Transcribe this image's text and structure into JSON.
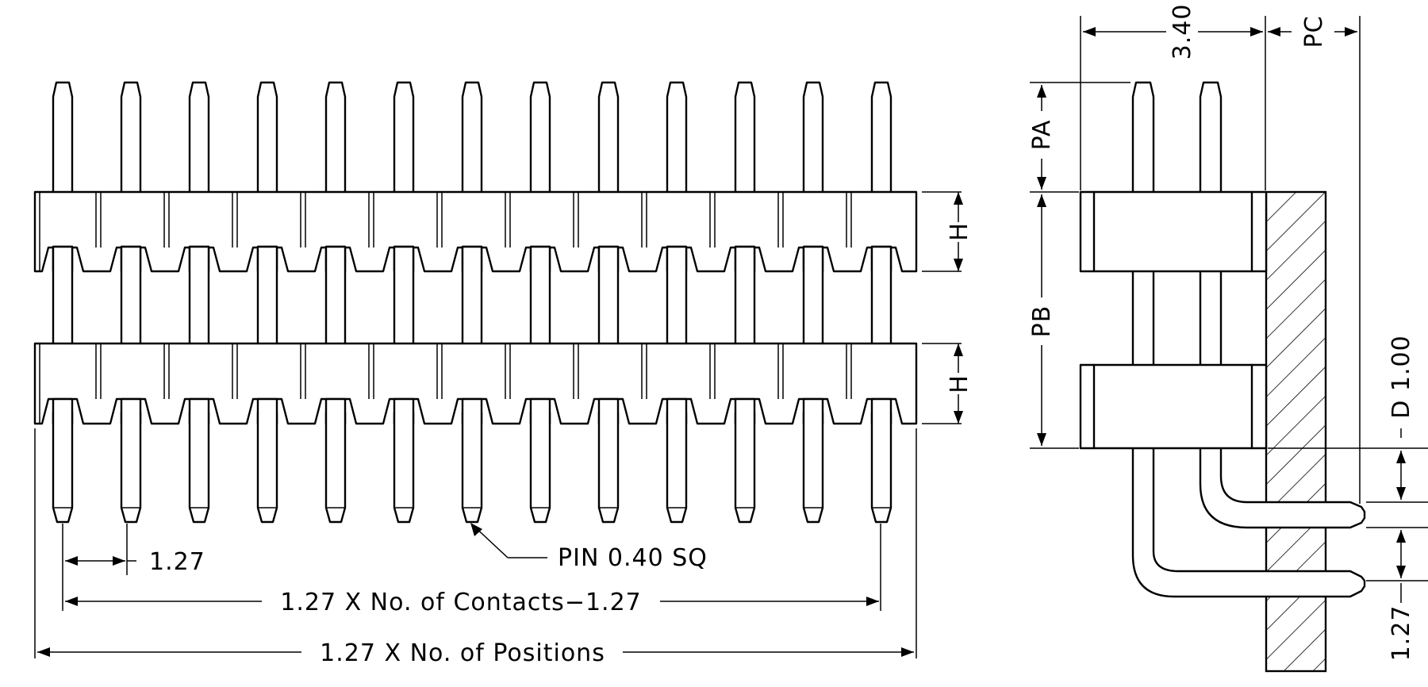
{
  "labels": {
    "pin_spec": "PIN 0.40 SQ",
    "pitch": "1.27",
    "contacts_span": "1.27 X No. of Contacts−1.27",
    "positions_span": "1.27 X No. of Positions",
    "height_upper": "H",
    "height_lower": "H",
    "side_width": "3.40",
    "side_pc": "PC",
    "side_pa": "PA",
    "side_pb": "PB",
    "side_d": "D 1.00",
    "side_pitch": "1.27"
  },
  "diagram": {
    "pin_count_per_row": 13,
    "rows": 2,
    "view_front": "front-view",
    "view_side": "side-view-right-angle"
  }
}
